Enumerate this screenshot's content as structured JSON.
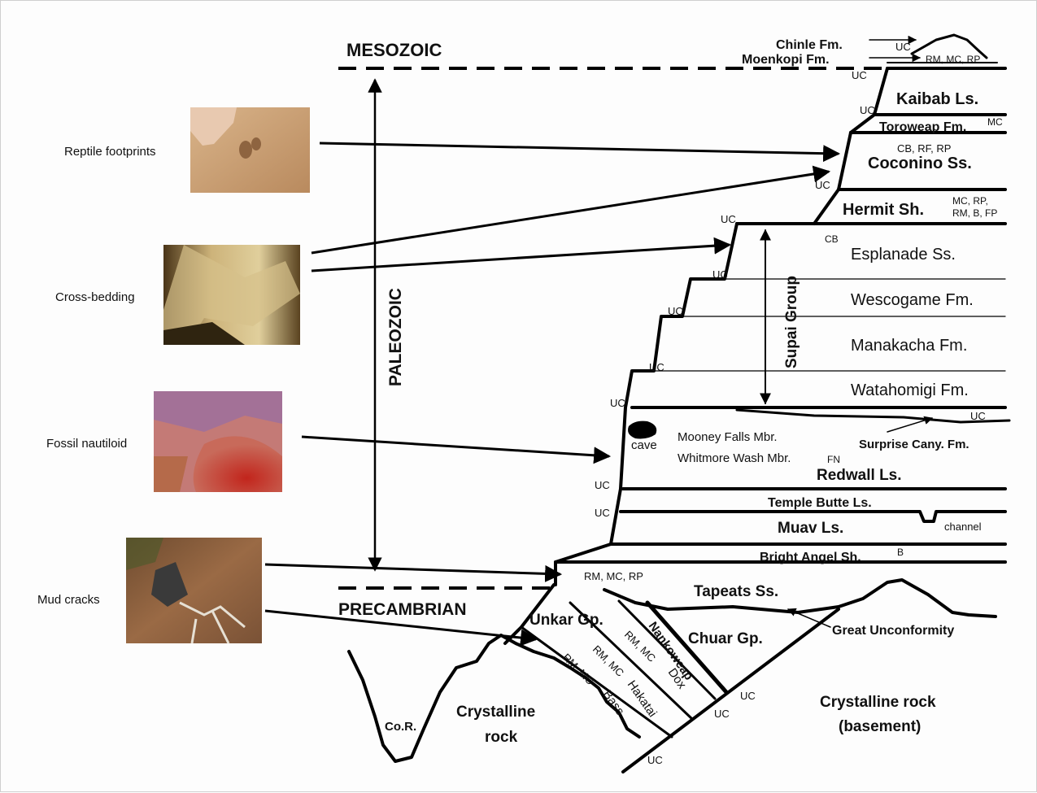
{
  "eras": {
    "mesozoic": "MESOZOIC",
    "paleozoic": "PALEOZOIC",
    "precambrian": "PRECAMBRIAN"
  },
  "evidence": {
    "reptile_footprints": "Reptile footprints",
    "cross_bedding": "Cross-bedding",
    "fossil_nautiloid": "Fossil nautiloid",
    "mud_cracks": "Mud cracks"
  },
  "formations": {
    "chinle": "Chinle Fm.",
    "moenkopi": "Moenkopi Fm.",
    "kaibab": "Kaibab Ls.",
    "toroweap": "Toroweap Fm.",
    "coconino": "Coconino Ss.",
    "hermit": "Hermit Sh.",
    "esplanade": "Esplanade Ss.",
    "wescogame": "Wescogame Fm.",
    "manakacha": "Manakacha Fm.",
    "watahomigi": "Watahomigi Fm.",
    "supai_group": "Supai Group",
    "mooney_falls": "Mooney Falls Mbr.",
    "whitmore_wash": "Whitmore Wash Mbr.",
    "surprise_canyon": "Surprise Cany. Fm.",
    "redwall": "Redwall Ls.",
    "temple_butte": "Temple Butte Ls.",
    "muav": "Muav Ls.",
    "bright_angel": "Bright Angel Sh.",
    "tapeats": "Tapeats Ss.",
    "unkar": "Unkar Gp.",
    "nankoweap": "Nankoweap",
    "chuar": "Chuar Gp.",
    "dox": "Dox",
    "hakatai": "Hakatai",
    "bass": "Bass",
    "great_unconformity": "Great Unconformity",
    "crystalline_rock_1": "Crystalline",
    "crystalline_rock_2": "rock",
    "basement_1": "Crystalline rock",
    "basement_2": "(basement)",
    "colorado_river": "Co.R."
  },
  "labels": {
    "uc": "UC",
    "cave": "cave",
    "channel": "channel",
    "moenkopi_codes": "RM, MC, RP",
    "toroweap_codes": "MC",
    "coconino_codes": "CB, RF, RP",
    "hermit_codes_1": "MC, RP,",
    "hermit_codes_2": "RM, B, FP",
    "esplanade_codes": "CB",
    "whitmore_codes": "FN",
    "bright_angel_codes": "B",
    "tapeats_codes": "RM, MC, RP",
    "dox_codes": "RM, MC",
    "hakatai_codes": "RM, MC",
    "bass_codes": "RM, MC"
  },
  "colors": {
    "line": "#000000",
    "photo_sand": "#c9a074",
    "photo_rock_dark": "#3b2a16",
    "photo_rock_light": "#d7c28a",
    "photo_red": "#b5352c",
    "photo_mud": "#8a5a3a"
  }
}
